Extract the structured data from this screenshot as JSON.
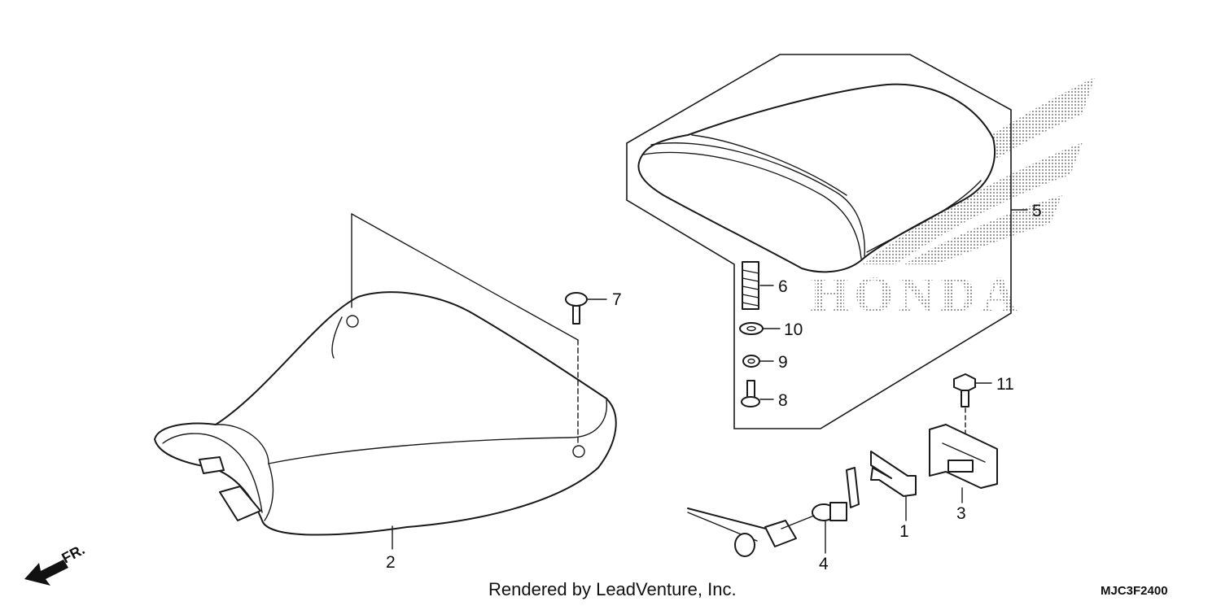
{
  "diagram": {
    "callouts": [
      {
        "id": "1",
        "label": "1"
      },
      {
        "id": "2",
        "label": "2"
      },
      {
        "id": "3",
        "label": "3"
      },
      {
        "id": "4",
        "label": "4"
      },
      {
        "id": "5",
        "label": "5"
      },
      {
        "id": "6",
        "label": "6"
      },
      {
        "id": "7",
        "label": "7"
      },
      {
        "id": "8",
        "label": "8"
      },
      {
        "id": "9",
        "label": "9"
      },
      {
        "id": "10",
        "label": "10"
      },
      {
        "id": "11",
        "label": "11"
      }
    ],
    "watermark": "HONDA",
    "direction_label": "FR.",
    "credit": "Rendered by LeadVenture, Inc.",
    "diagram_code": "MJC3F2400"
  }
}
